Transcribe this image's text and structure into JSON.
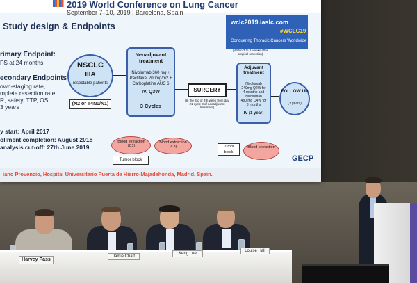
{
  "conference": {
    "name": "2019 World Conference on Lung Cancer",
    "dates": "September 7–10, 2019 | Barcelona, Spain"
  },
  "badge": {
    "url": "wclc2019.iaslc.com",
    "hashtag": "#WCLC19",
    "tagline": "Conquering Thoracic Cancers Worldwide"
  },
  "slide": {
    "title": "Study design & Endpoints",
    "primary_label": "rimary Endpoint:",
    "primary_value": "FS at 24 months",
    "secondary_label": "econdary Endpoints",
    "secondary_items": [
      "own-staging rate,",
      "mplete resection rate,",
      "R, safety, TTP, OS",
      "3 years"
    ],
    "study_start": "y start: April 2017",
    "enrollment": "ollment completion: August 2018",
    "cutoff": "analysis cut-off: 27th June 2019",
    "nsclc_title": "NSCLC",
    "nsclc_stage": "IIIA",
    "nsclc_sub": "resectable patients",
    "n_label": "(N2 or T4N0/N1)",
    "neo_title": "Neoadjuvant treatment",
    "neo_lines": [
      "Nivolumab 360 mg +",
      "Paclitaxel 200mg/m2 +",
      "Carboplatine AUC 6"
    ],
    "neo_route": "IV, Q3W",
    "neo_cycles": "3 Cycles",
    "surgery": "SURGERY",
    "surgery_note": "(In the 3rd or 4th week from day 21 cycle 3 of neoadjuvant treatment)",
    "adj_note": "(Within 3 to 8 weeks after surgical resection)",
    "adj_title": "Adjuvant treatment",
    "adj_lines": [
      "Nivolumab",
      "240mg Q2W for",
      "4 months and",
      "Nivolumab",
      "480 mg Q4W for",
      "8 months"
    ],
    "adj_route": "IV (1 year)",
    "follow_title": "FOLLOW UP",
    "follow_sub": "(3 years)",
    "blood1": "Blood extraction (C1)",
    "blood2": "Blood extraction (C3)",
    "blood3": "Blood extraction",
    "tumor1": "Tumor block",
    "tumor2": "Tumor block",
    "footer": "iano Provencio, Hospital Universitario Puerta de Hierro-Majadahonda, Madrid, Spain.",
    "logo": "GECP"
  },
  "nameplates": [
    "Harvey Pass",
    "Jamie Chaft",
    "Keng Lee",
    "Louise Hall"
  ]
}
